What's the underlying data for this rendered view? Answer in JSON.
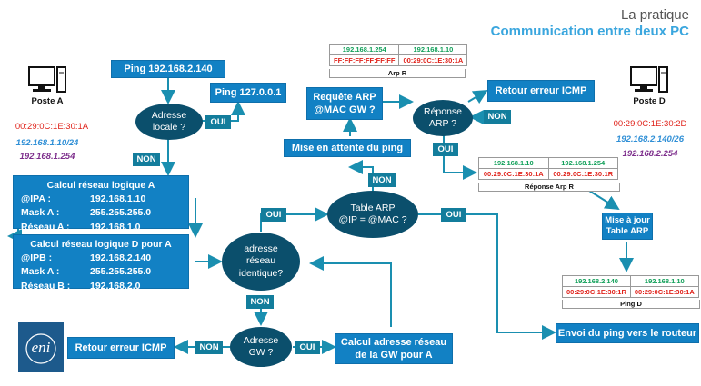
{
  "header": {
    "line1": "La pratique",
    "line2": "Communication entre deux PC"
  },
  "poste_a": {
    "name": "Poste A",
    "mac": "00:29:0C:1E:30:1A",
    "ip": "192.168.1.10/24",
    "gw": "192.168.1.254"
  },
  "poste_d": {
    "name": "Poste D",
    "mac": "00:29:0C:1E:30:2D",
    "ip": "192.168.2.140/26",
    "gw": "192.168.2.254"
  },
  "nodes": {
    "ping_main": "Ping 192.168.2.140",
    "ping_local": "Ping 127.0.0.1",
    "adresse_locale": [
      "Adresse",
      "locale ?"
    ],
    "calc_a": {
      "title": "Calcul réseau logique A",
      "rows": [
        [
          "@IPA :",
          "192.168.1.10"
        ],
        [
          "Mask A :",
          "255.255.255.0"
        ],
        [
          "Réseau A :",
          "192.168.1.0"
        ]
      ]
    },
    "calc_d": {
      "title": "Calcul réseau logique D pour A",
      "rows": [
        [
          "@IPB :",
          "192.168.2.140"
        ],
        [
          "Mask A :",
          "255.255.255.0"
        ],
        [
          "Réseau B :",
          "192.168.2.0"
        ]
      ]
    },
    "reseau_identique": [
      "adresse",
      "réseau",
      "identique?"
    ],
    "adresse_gw": [
      "Adresse",
      "GW ?"
    ],
    "retour_icmp_left": "Retour erreur ICMP",
    "calc_gw": [
      "Calcul adresse réseau",
      "de la GW pour A"
    ],
    "table_arp": [
      "Table ARP",
      "@IP = @MAC ?"
    ],
    "attente": "Mise en attente du ping",
    "requete_arp": [
      "Requête ARP",
      "@MAC GW ?"
    ],
    "reponse_arp": [
      "Réponse",
      "ARP ?"
    ],
    "retour_icmp_right": "Retour erreur ICMP",
    "maj_table": [
      "Mise à jour",
      "Table ARP"
    ],
    "envoi": "Envoi du ping vers le routeur"
  },
  "labels": {
    "oui": "OUI",
    "non": "NON"
  },
  "arp_r": {
    "caption": "Arp R",
    "ip": [
      "192.168.1.254",
      "192.168.1.10"
    ],
    "mac": [
      "FF:FF:FF:FF:FF:FF",
      "00:29:0C:1E:30:1A"
    ]
  },
  "reponse_arp_r": {
    "caption": "Réponse Arp R",
    "ip": [
      "192.168.1.10",
      "192.168.1.254"
    ],
    "mac": [
      "00:29:0C:1E:30:1A",
      "00:29:0C:1E:30:1R"
    ]
  },
  "ping_d": {
    "caption": "Ping D",
    "ip": [
      "192.168.2.140",
      "192.168.1.10"
    ],
    "mac": [
      "00:29:0C:1E:30:1R",
      "00:29:0C:1E:30:1A"
    ]
  },
  "logo": {
    "text": "eni"
  },
  "colors": {
    "box": "#1281c4",
    "ellipse": "#0b4f6c",
    "tag": "#137d9c",
    "arrow": "#1a8fb0"
  }
}
